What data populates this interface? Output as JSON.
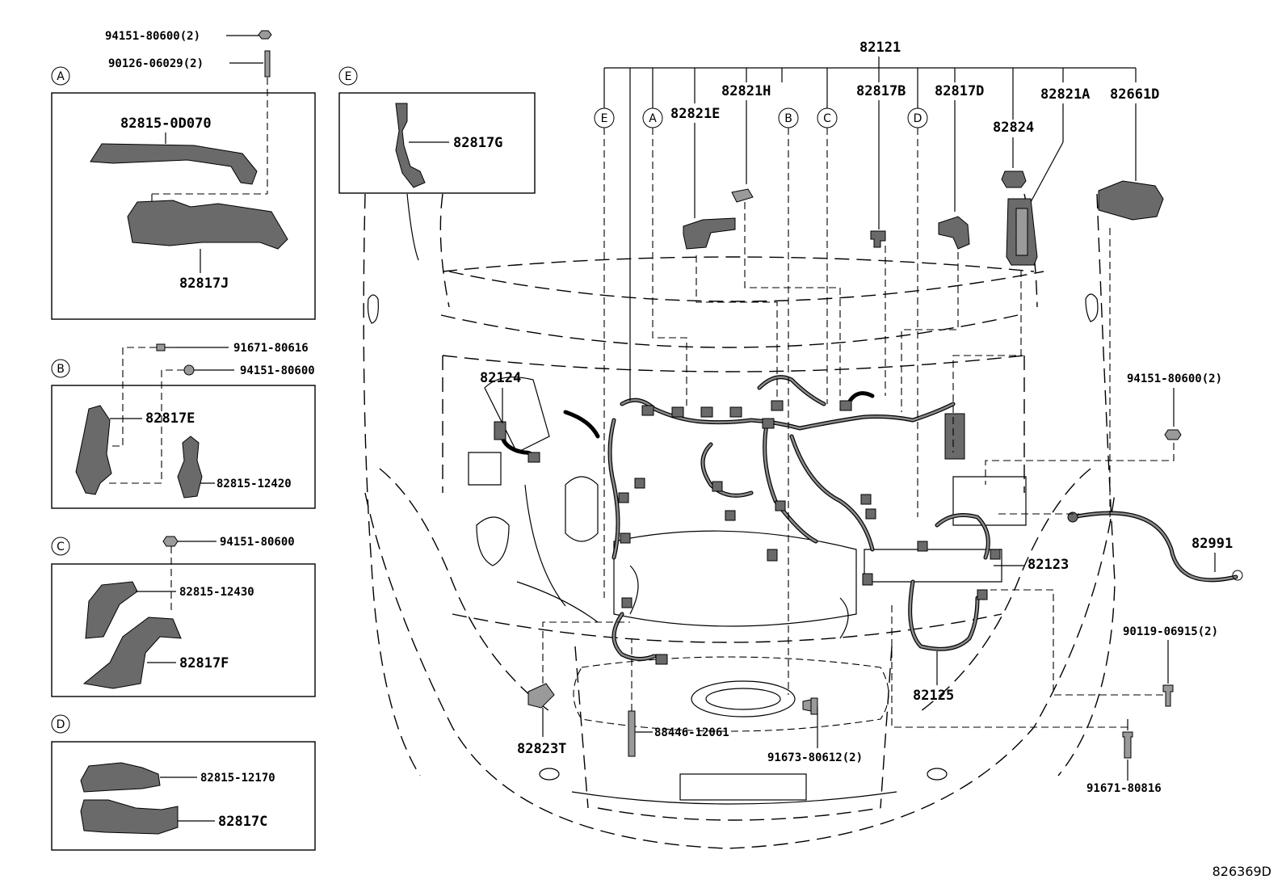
{
  "diagram": {
    "ref_code": "826369D",
    "sections": {
      "A": {
        "letter": "A",
        "parts": [
          "94151-80600(2)",
          "90126-06029(2)",
          "82815-0D070",
          "82817J"
        ]
      },
      "B": {
        "letter": "B",
        "parts": [
          "91671-80616",
          "94151-80600",
          "82817E",
          "82815-12420"
        ]
      },
      "C": {
        "letter": "C",
        "parts": [
          "94151-80600",
          "82815-12430",
          "82817F"
        ]
      },
      "D": {
        "letter": "D",
        "parts": [
          "82815-12170",
          "82817C"
        ]
      },
      "E": {
        "letter": "E",
        "parts": [
          "82817G"
        ]
      }
    },
    "main": {
      "top_callout": "82121",
      "callout_letters": [
        "E",
        "A",
        "B",
        "C",
        "D"
      ],
      "labels": {
        "p82821H": "82821H",
        "p82821E": "82821E",
        "p82817B": "82817B",
        "p82817D": "82817D",
        "p82821A": "82821A",
        "p82661D": "82661D",
        "p82824": "82824",
        "p82124": "82124",
        "p94151r": "94151-80600(2)",
        "p82991": "82991",
        "p82123": "82123",
        "p90119": "90119-06915(2)",
        "p82125": "82125",
        "p82823T": "82823T",
        "p88446": "88446-12061",
        "p91673": "91673-80612(2)",
        "p91671b": "91671-80816"
      }
    }
  }
}
